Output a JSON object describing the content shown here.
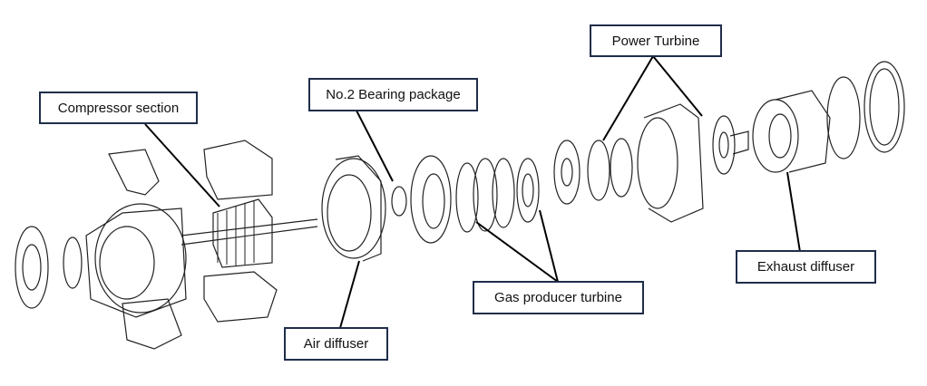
{
  "labels": {
    "compressor": "Compressor section",
    "bearing": "No.2 Bearing package",
    "power_turbine": "Power Turbine",
    "exhaust": "Exhaust diffuser",
    "gas_producer": "Gas producer turbine",
    "air_diffuser": "Air diffuser"
  },
  "colors": {
    "box_border": "#1f2d4a",
    "line": "#000000"
  }
}
